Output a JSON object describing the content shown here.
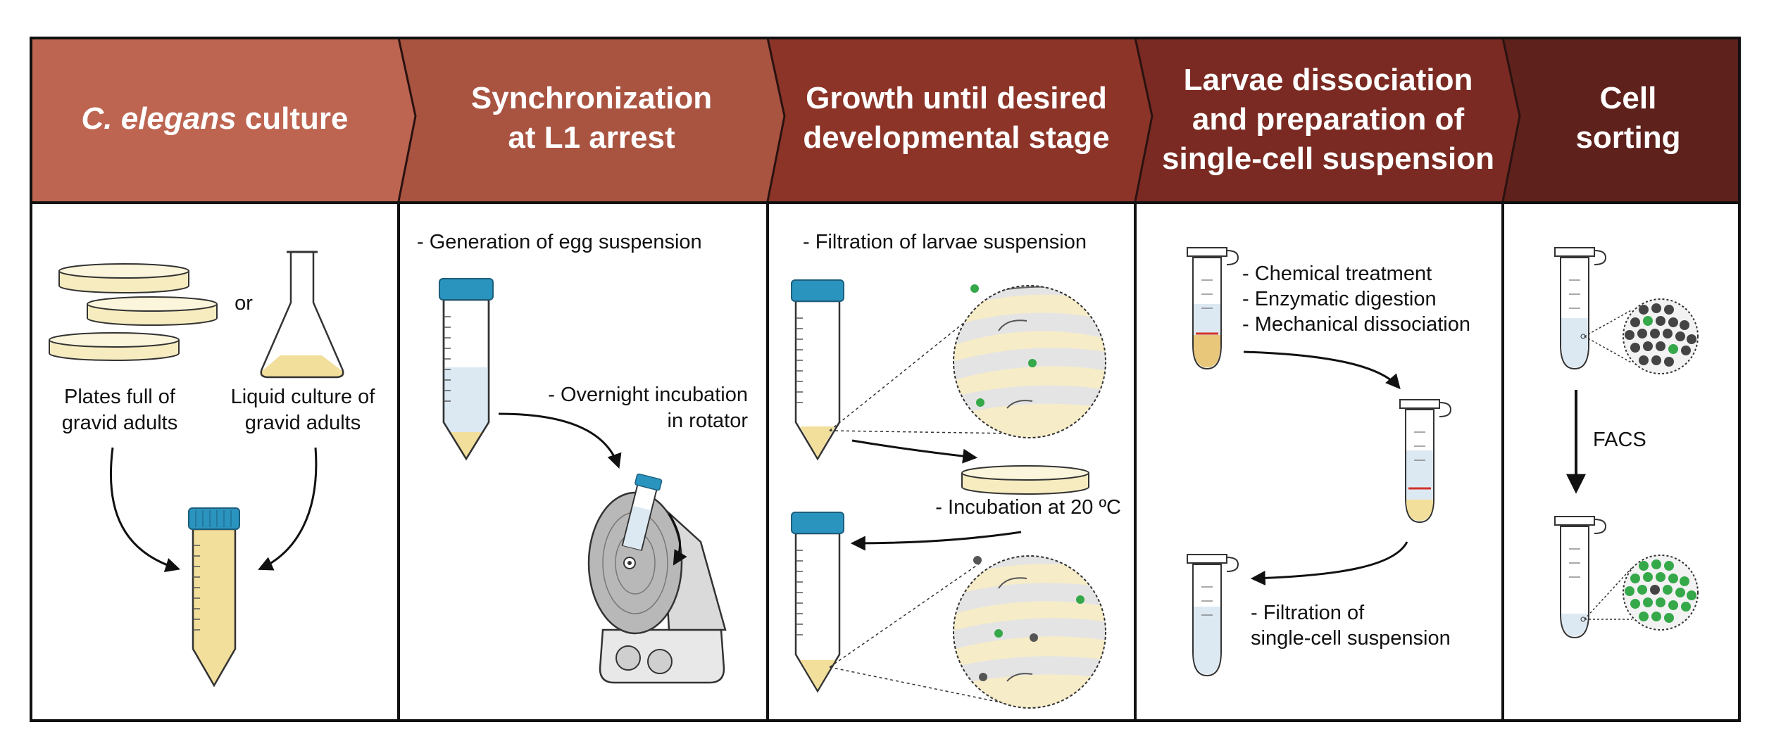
{
  "colors": {
    "header_1": "#bd6551",
    "header_2": "#a95341",
    "header_3": "#8c3428",
    "header_4": "#7a2a22",
    "header_5": "#5e211c",
    "tube_cap": "#2a94bf",
    "culture_yellow": "#f2df9b",
    "plate_fill": "#f6ecc0",
    "zoom_bg": "#f6ecc8",
    "green_cell": "#35a84a",
    "gray_cell": "#444444",
    "red_band": "#d2332b",
    "liquid_blue": "#dde9f2"
  },
  "stages": [
    {
      "title_lines": [
        {
          "italic": "C. elegans",
          "rest": " culture"
        }
      ]
    },
    {
      "title_lines": [
        "Synchronization",
        "at L1 arrest"
      ]
    },
    {
      "title_lines": [
        "Growth until desired",
        "developmental stage"
      ]
    },
    {
      "title_lines": [
        "Larvae dissociation",
        "and preparation of",
        "single-cell suspension"
      ]
    },
    {
      "title_lines": [
        "Cell",
        "sorting"
      ]
    }
  ],
  "panel1": {
    "or_label": "or",
    "plates_label": [
      "Plates full of",
      "gravid adults"
    ],
    "liquid_label": [
      "Liquid culture of",
      "gravid adults"
    ]
  },
  "panel2": {
    "egg_label": "- Generation of egg suspension",
    "rotator_label": [
      "- Overnight incubation",
      "in rotator"
    ]
  },
  "panel3": {
    "filtration_label": "- Filtration of larvae suspension",
    "incubation_label": "- Incubation at 20 ºC"
  },
  "panel4": {
    "treatments": [
      "- Chemical treatment",
      "- Enzymatic digestion",
      "- Mechanical dissociation"
    ],
    "filtration_label": [
      "- Filtration of",
      "single-cell suspension"
    ]
  },
  "panel5": {
    "facs_label": "FACS"
  }
}
